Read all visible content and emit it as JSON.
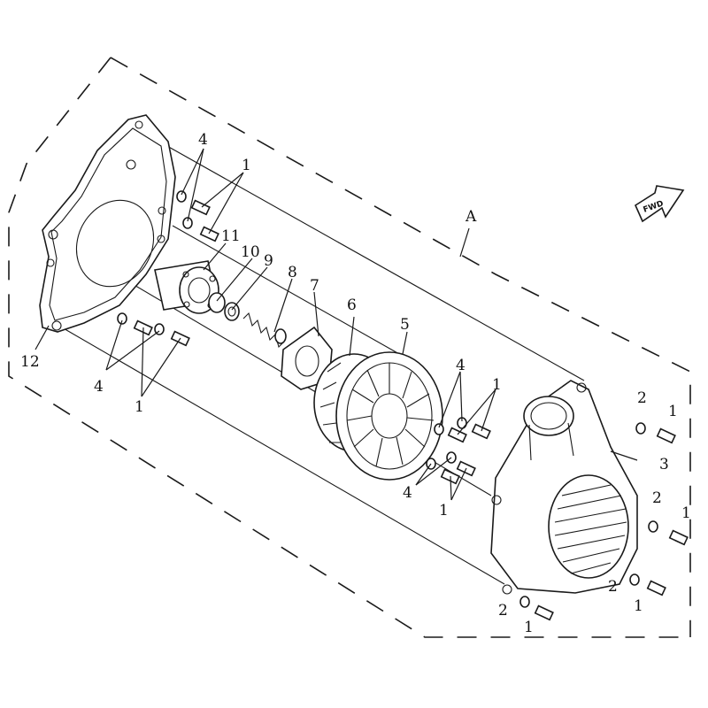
{
  "diagram": {
    "callouts": {
      "c1a": "1",
      "c1b": "1",
      "c1c": "1",
      "c1d": "1",
      "c1e": "1",
      "c1f": "1",
      "c1g": "1",
      "c1h": "1",
      "c2a": "2",
      "c2b": "2",
      "c2c": "2",
      "c2d": "2",
      "c3": "3",
      "c4a": "4",
      "c4b": "4",
      "c4c": "4",
      "c4d": "4",
      "c5": "5",
      "c6": "6",
      "c7": "7",
      "c8": "8",
      "c9": "9",
      "c10": "10",
      "c11": "11",
      "c12": "12",
      "cA": "A"
    },
    "fwd_label": "FWD"
  }
}
